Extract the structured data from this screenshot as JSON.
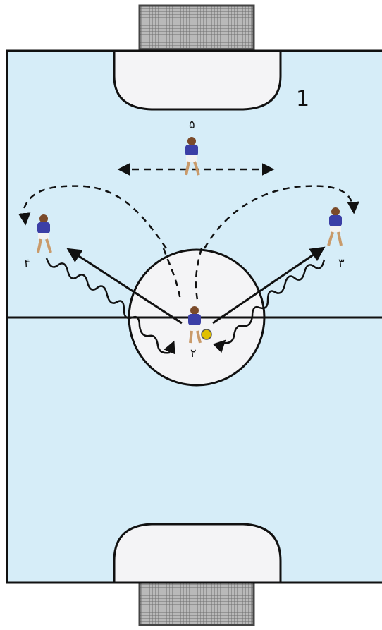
{
  "diagram": {
    "number_label": "1",
    "players": [
      {
        "id": "top-player",
        "label": "۵"
      },
      {
        "id": "left-player",
        "label": "۴"
      },
      {
        "id": "right-player",
        "label": "۳"
      },
      {
        "id": "center-player",
        "label": "۲"
      }
    ]
  },
  "colors": {
    "pitch": "#d6edf8",
    "area": "#f4f4f6",
    "line": "#111111",
    "jersey": "#3b3fa6",
    "goal_net": "#9a9a9a",
    "ball": "#e0c000"
  }
}
